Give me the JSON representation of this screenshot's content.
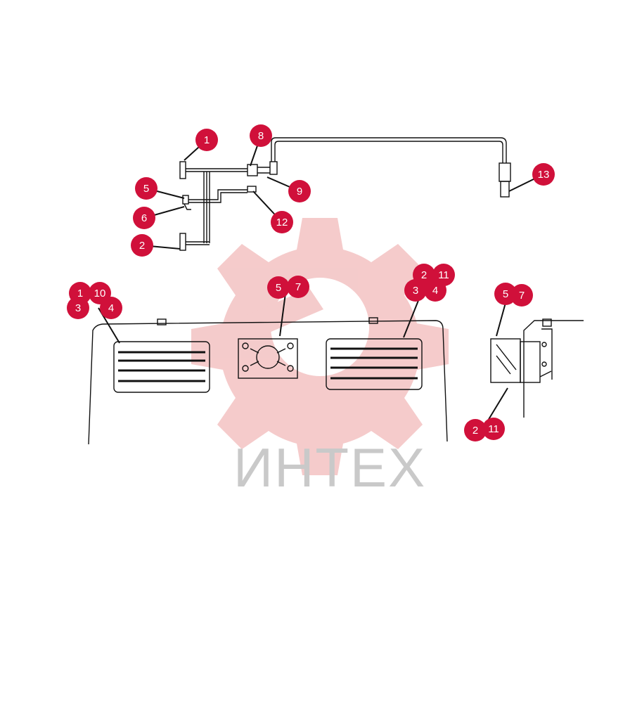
{
  "watermark": {
    "text": "ИНТЕХ",
    "gear_color": "#f3c2c2",
    "text_color": "#c9c9c9"
  },
  "colors": {
    "callout": "#d0103a",
    "line": "#111111"
  },
  "callouts": {
    "harness_1": "1",
    "harness_2": "2",
    "harness_5": "5",
    "harness_6": "6",
    "harness_8": "8",
    "harness_9": "9",
    "harness_12": "12",
    "harness_13": "13",
    "lamp_left_1": "1",
    "lamp_left_10": "10",
    "lamp_left_3": "3",
    "lamp_left_4": "4",
    "center_5": "5",
    "center_7": "7",
    "lamp_right_2": "2",
    "lamp_right_11": "11",
    "lamp_right_3": "3",
    "lamp_right_4": "4",
    "box_5": "5",
    "box_7": "7",
    "box_2": "2",
    "box_11": "11"
  }
}
